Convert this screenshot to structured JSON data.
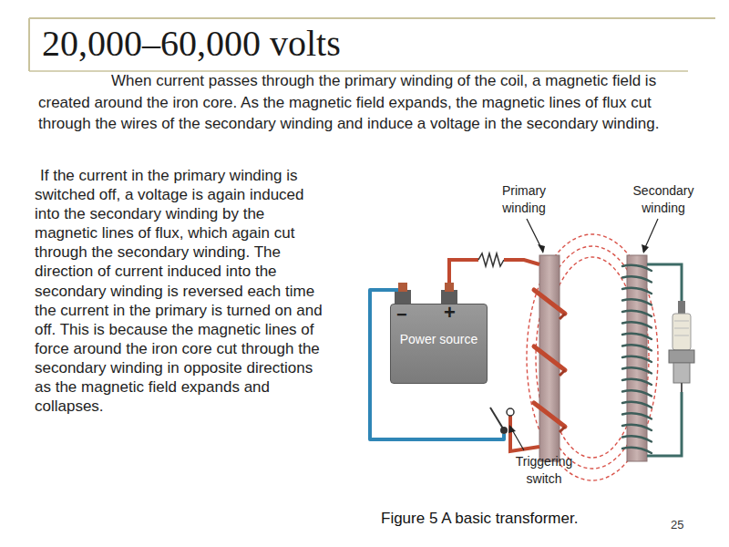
{
  "diagram": {
    "title": "20,000–60,000 volts",
    "caption": "Figure 5 A basic transformer.",
    "nodes": [
      {
        "text": [
          "−",
          "+",
          "Power source"
        ]
      }
    ],
    "edges": [],
    "labels": [
      "When current passes through the primary winding of the coil, a magnetic field is created around the iron core. As the magnetic field expands, the magnetic lines of flux cut through the wires of the secondary winding and induce a voltage in the secondary winding.",
      "If the current in the primary winding is switched off, a voltage is again induced into the secondary winding by the magnetic lines of flux, which again cut through the secondary winding. The direction of current induced into the secondary winding is reversed each time the current in the primary is turned on and off. This is because the magnetic lines of force around the iron core cut through the secondary winding in opposite directions as the magnetic field expands and collapses.",
      "Primary winding",
      "Secondary winding",
      "Triggering switch",
      "25"
    ]
  }
}
